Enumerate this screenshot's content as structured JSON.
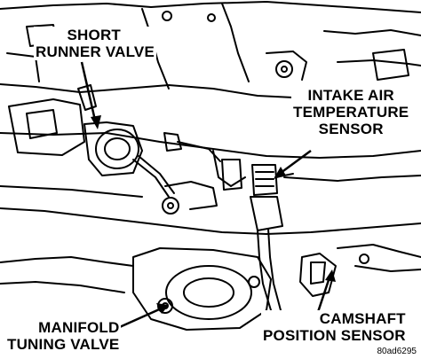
{
  "labels": {
    "short_runner_valve": [
      "SHORT",
      "RUNNER VALVE"
    ],
    "intake_air_temperature_sensor": [
      "INTAKE AIR",
      "TEMPERATURE",
      "SENSOR"
    ],
    "manifold_tuning_valve": [
      "MANIFOLD",
      "TUNING VALVE"
    ],
    "camshaft_position_sensor": [
      "CAMSHAFT",
      "POSITION SENSOR"
    ]
  },
  "figure_id": "80ad6295"
}
